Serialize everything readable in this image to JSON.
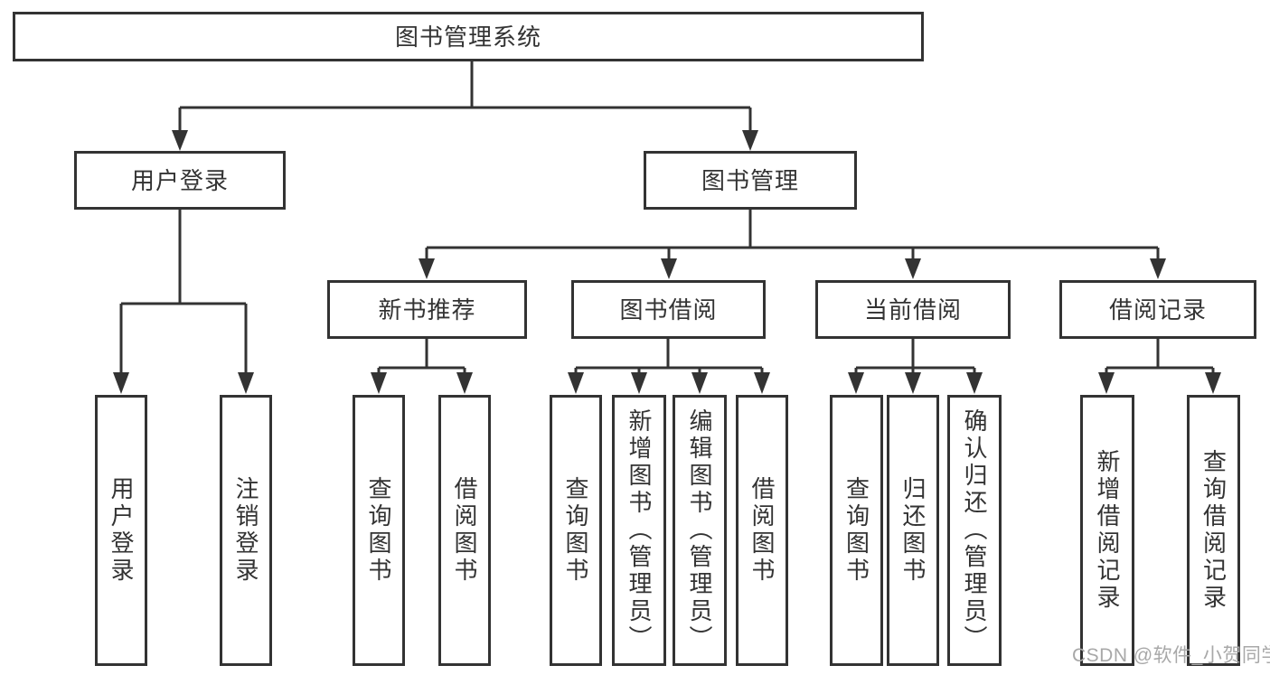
{
  "diagram": {
    "root": {
      "label": "图书管理系统"
    },
    "branches": [
      {
        "label": "用户登录",
        "children": [
          {
            "label": "用户登录"
          },
          {
            "label": "注销登录"
          }
        ]
      },
      {
        "label": "图书管理",
        "children": [
          {
            "label": "新书推荐",
            "children": [
              {
                "label": "查询图书"
              },
              {
                "label": "借阅图书"
              }
            ]
          },
          {
            "label": "图书借阅",
            "children": [
              {
                "label": "查询图书"
              },
              {
                "label": "新增图书（管理员）"
              },
              {
                "label": "编辑图书（管理员）"
              },
              {
                "label": "借阅图书"
              }
            ]
          },
          {
            "label": "当前借阅",
            "children": [
              {
                "label": "查询图书"
              },
              {
                "label": "归还图书"
              },
              {
                "label": "确认归还（管理员）"
              }
            ]
          },
          {
            "label": "借阅记录",
            "children": [
              {
                "label": "新增借阅记录"
              },
              {
                "label": "查询借阅记录"
              }
            ]
          }
        ]
      }
    ]
  },
  "watermark": {
    "text": "CSDN @软件_小贺同学"
  },
  "colors": {
    "line": "#333333",
    "box_border": "#333333",
    "box_background": "#ffffff",
    "text": "#333333",
    "watermark_text": "#a8a8a8"
  }
}
